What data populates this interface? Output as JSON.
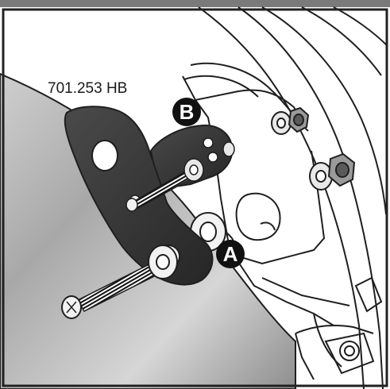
{
  "figure": {
    "part_number": "701.253 HB",
    "callouts": {
      "a": "A",
      "b": "B"
    },
    "colors": {
      "frame_top": "#7a7a7a",
      "frame_border": "#222222",
      "bracket": "#3a3a3a",
      "fairing": "#9e9e9e",
      "line_art": "#1f1f1f",
      "callout_bg": "#111111"
    }
  }
}
